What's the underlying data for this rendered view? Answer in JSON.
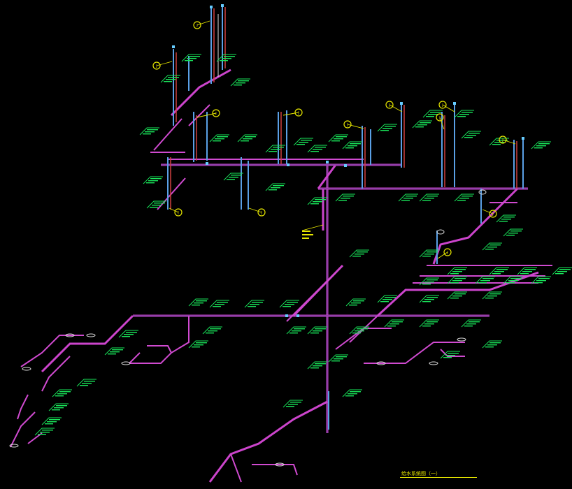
{
  "drawing": {
    "background": "#000000",
    "title": "给水系统图（一）",
    "colors": {
      "main_pipe": "#cc44cc",
      "riser_blue": "#5aa0e6",
      "riser_red": "#d04040",
      "annotation_green": "#19e65a",
      "tag_yellow": "#e6e600"
    },
    "riser_tags": [
      "J",
      "J",
      "J",
      "J",
      "J",
      "J",
      "J",
      "J",
      "J",
      "J",
      "J",
      "J",
      "J"
    ]
  }
}
